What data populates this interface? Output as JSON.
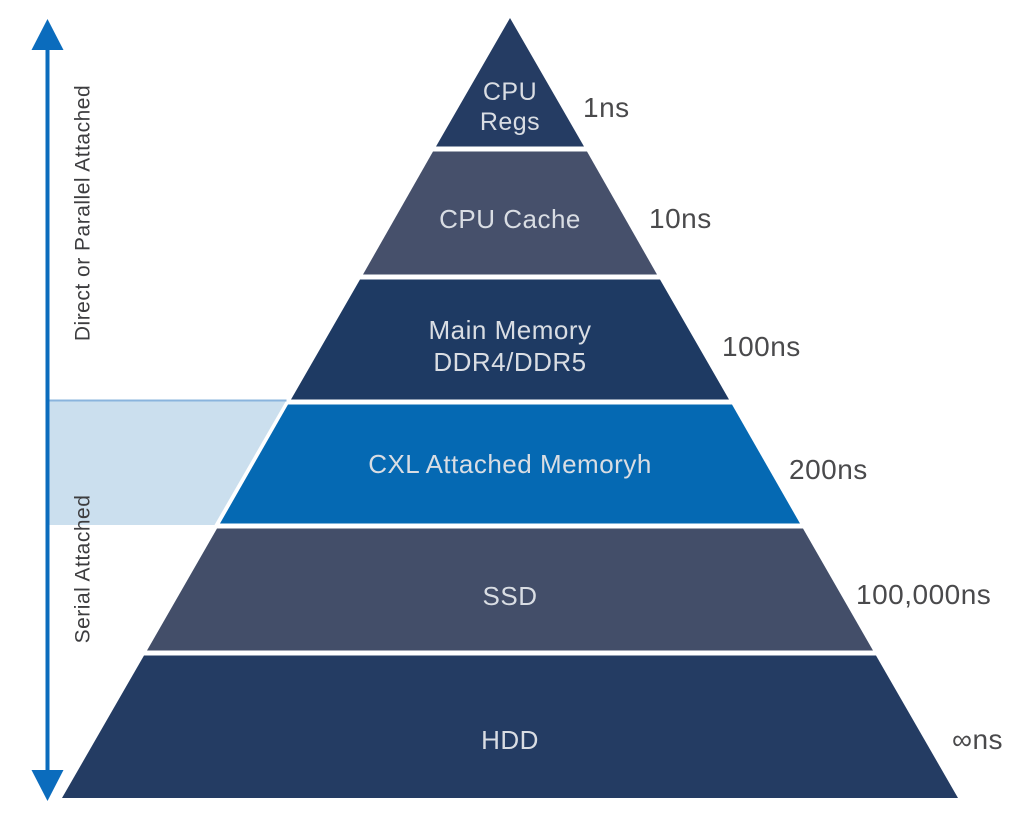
{
  "diagram": {
    "type": "memory-hierarchy-pyramid",
    "axis": {
      "direct_label": "Direct or Parallel Attached",
      "serial_label": "Serial Attached",
      "arrow_color": "#0b6cbd"
    },
    "highlight_band": {
      "color": "#cbdfee",
      "border_color": "#8ab4dd",
      "highlights_layer": "CXL Attached Memoryh"
    },
    "pyramid": {
      "layers": [
        {
          "name": "cpu-regs",
          "label_line1": "CPU",
          "label_line2": "Regs",
          "label": "CPU Regs",
          "latency": "1ns",
          "color": "#253c63"
        },
        {
          "name": "cpu-cache",
          "label_line1": "CPU Cache",
          "label_line2": "",
          "label": "CPU Cache",
          "latency": "10ns",
          "color": "#46506b"
        },
        {
          "name": "main-memory",
          "label_line1": "Main Memory",
          "label_line2": "DDR4/DDR5",
          "label": "Main Memory DDR4/DDR5",
          "latency": "100ns",
          "color": "#1e3a63"
        },
        {
          "name": "cxl-attached-memory",
          "label_line1": "CXL Attached Memoryh",
          "label_line2": "",
          "label": "CXL Attached Memoryh",
          "latency": "200ns",
          "color": "#0569b3"
        },
        {
          "name": "ssd",
          "label_line1": "SSD",
          "label_line2": "",
          "label": "SSD",
          "latency": "100,000ns",
          "color": "#434e69"
        },
        {
          "name": "hdd",
          "label_line1": "HDD",
          "label_line2": "",
          "label": "HDD",
          "latency": "∞ns",
          "color": "#243c63"
        }
      ]
    }
  }
}
